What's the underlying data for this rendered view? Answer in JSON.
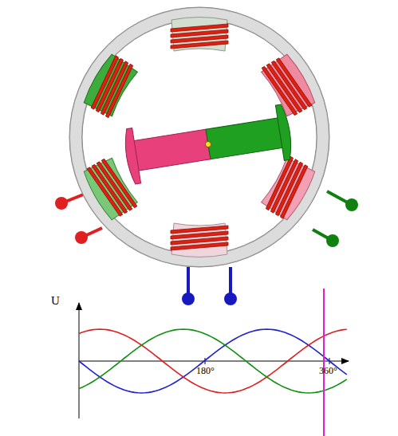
{
  "diagram": {
    "labels": [
      "U",
      "180°",
      "360°"
    ]
  }
}
